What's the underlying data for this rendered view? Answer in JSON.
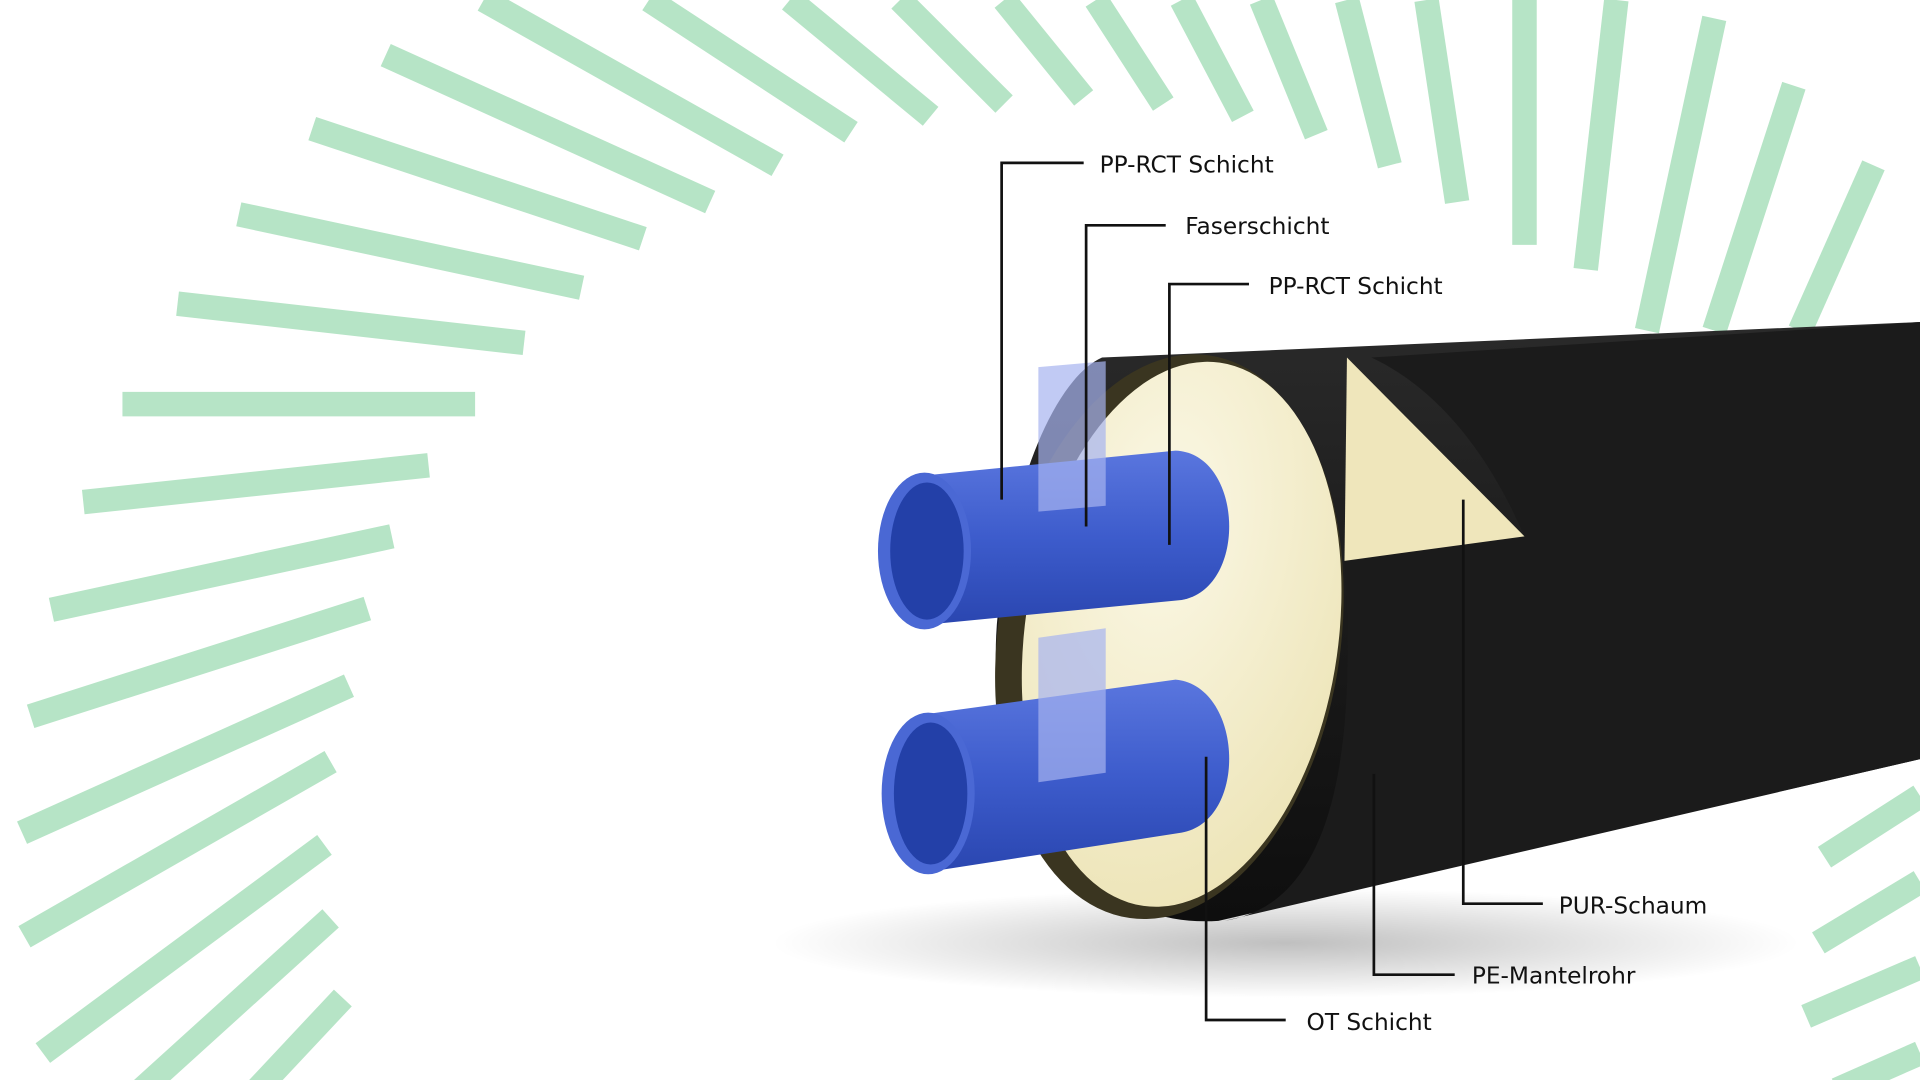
{
  "labels": {
    "pp_rct_outer": "PP-RCT Schicht",
    "faserschicht": "Faserschicht",
    "pp_rct_inner": "PP-RCT Schicht",
    "pur_schaum": "PUR-Schaum",
    "pe_mantelrohr": "PE-Mantelrohr",
    "ot_schicht": "OT Schicht"
  },
  "colors": {
    "ray": "#b6e4c6",
    "jacket": "#1d1d1d",
    "foam": "#f1ebc4",
    "pipe": "#3f5fd0"
  }
}
